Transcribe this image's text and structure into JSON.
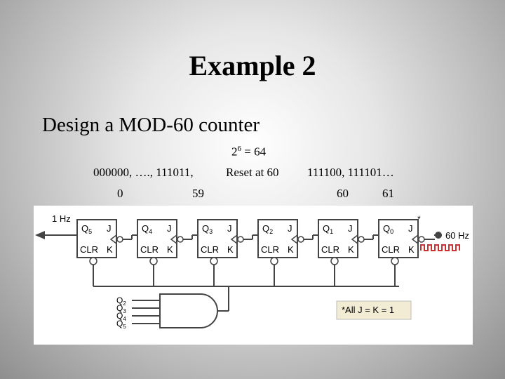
{
  "slide": {
    "title": "Example 2",
    "subtitle": "Design a MOD-60 counter",
    "power_base": "2",
    "power_exp": "6",
    "power_rest": " = 64",
    "sequence_left": "000000, …., 111011,",
    "reset_note": "Reset at 60",
    "sequence_right": "111100, 111101…",
    "label_0": "0",
    "label_59": "59",
    "label_60": "60",
    "label_61": "61"
  },
  "circuit": {
    "output_label": "1 Hz",
    "input_label": "60 Hz",
    "asterisk": "*",
    "note": "*All J = K = 1",
    "jk_j": "J",
    "jk_k": "K",
    "clr": "CLR",
    "flipflops": [
      {
        "name": "Q",
        "sub": "5"
      },
      {
        "name": "Q",
        "sub": "4"
      },
      {
        "name": "Q",
        "sub": "3"
      },
      {
        "name": "Q",
        "sub": "2"
      },
      {
        "name": "Q",
        "sub": "1"
      },
      {
        "name": "Q",
        "sub": "0"
      }
    ],
    "gate_inputs": [
      {
        "name": "Q",
        "sub": "2"
      },
      {
        "name": "Q",
        "sub": "3"
      },
      {
        "name": "Q",
        "sub": "4"
      },
      {
        "name": "Q",
        "sub": "5"
      }
    ],
    "colors": {
      "wire": "#444444",
      "note_bg": "#f3ecd4",
      "clock": "#c83232"
    }
  }
}
